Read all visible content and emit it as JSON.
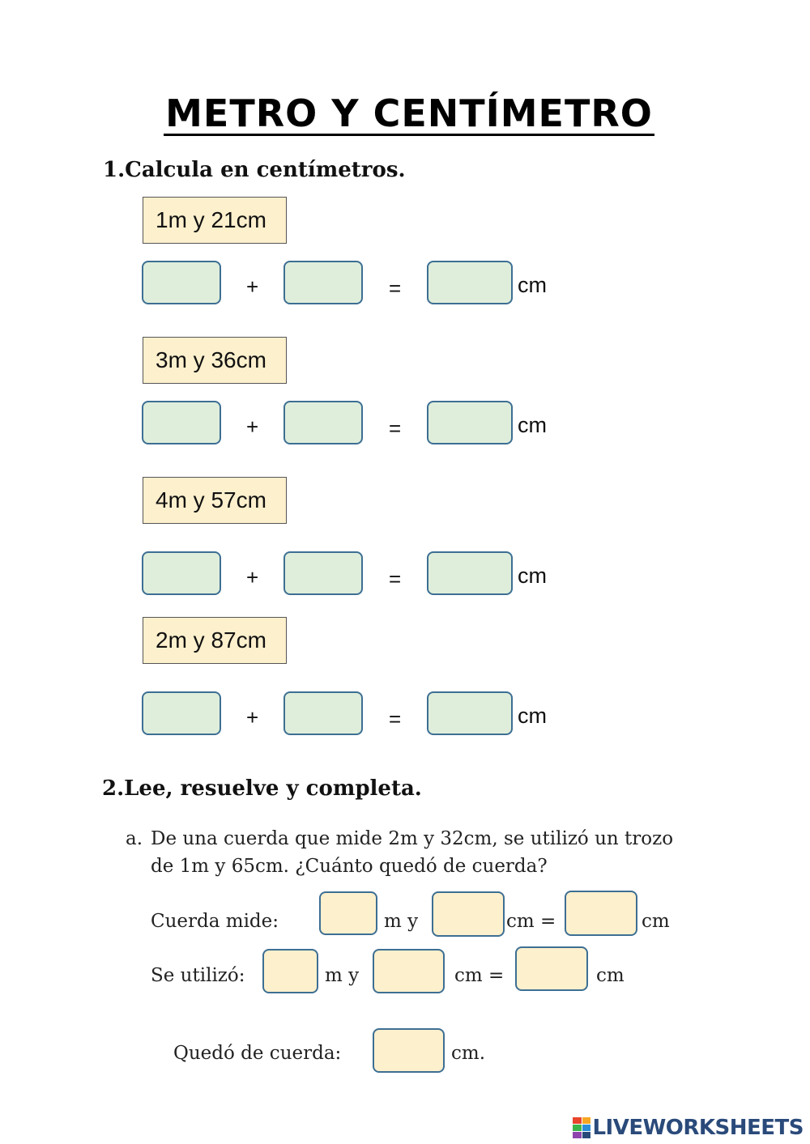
{
  "title": "METRO Y CENTÍMETRO",
  "section1": {
    "heading": "1.Calcula en centímetros.",
    "operators": {
      "plus": "+",
      "equals": "="
    },
    "unit": "cm",
    "items": [
      {
        "label": "1m y 21cm"
      },
      {
        "label": "3m y 36cm"
      },
      {
        "label": "4m y 57cm"
      },
      {
        "label": "2m y 87cm"
      }
    ]
  },
  "section2": {
    "heading": "2.Lee, resuelve y completa.",
    "problem": {
      "marker": "a.",
      "line1": "De una cuerda que mide 2m y 32cm, se utilizó un trozo",
      "line2": "de 1m y 65cm. ¿Cuánto quedó de cuerda?"
    },
    "row1": {
      "label": "Cuerda mide:",
      "m_y": "m y",
      "cm_eq": "cm =",
      "cm": "cm"
    },
    "row2": {
      "label": "Se utilizó:",
      "m_y": "m y",
      "cm_eq": "cm =",
      "cm": "cm"
    },
    "row3": {
      "label": "Quedó de cuerda:",
      "cm": "cm."
    }
  },
  "logo": {
    "text": "LIVEWORKSHEETS",
    "icon": "liveworksheets-logo-icon",
    "colors": [
      "#e8452c",
      "#f6a623",
      "#3bb54a",
      "#2a8fd8",
      "#8e44ad",
      "#2a4a7a"
    ]
  }
}
